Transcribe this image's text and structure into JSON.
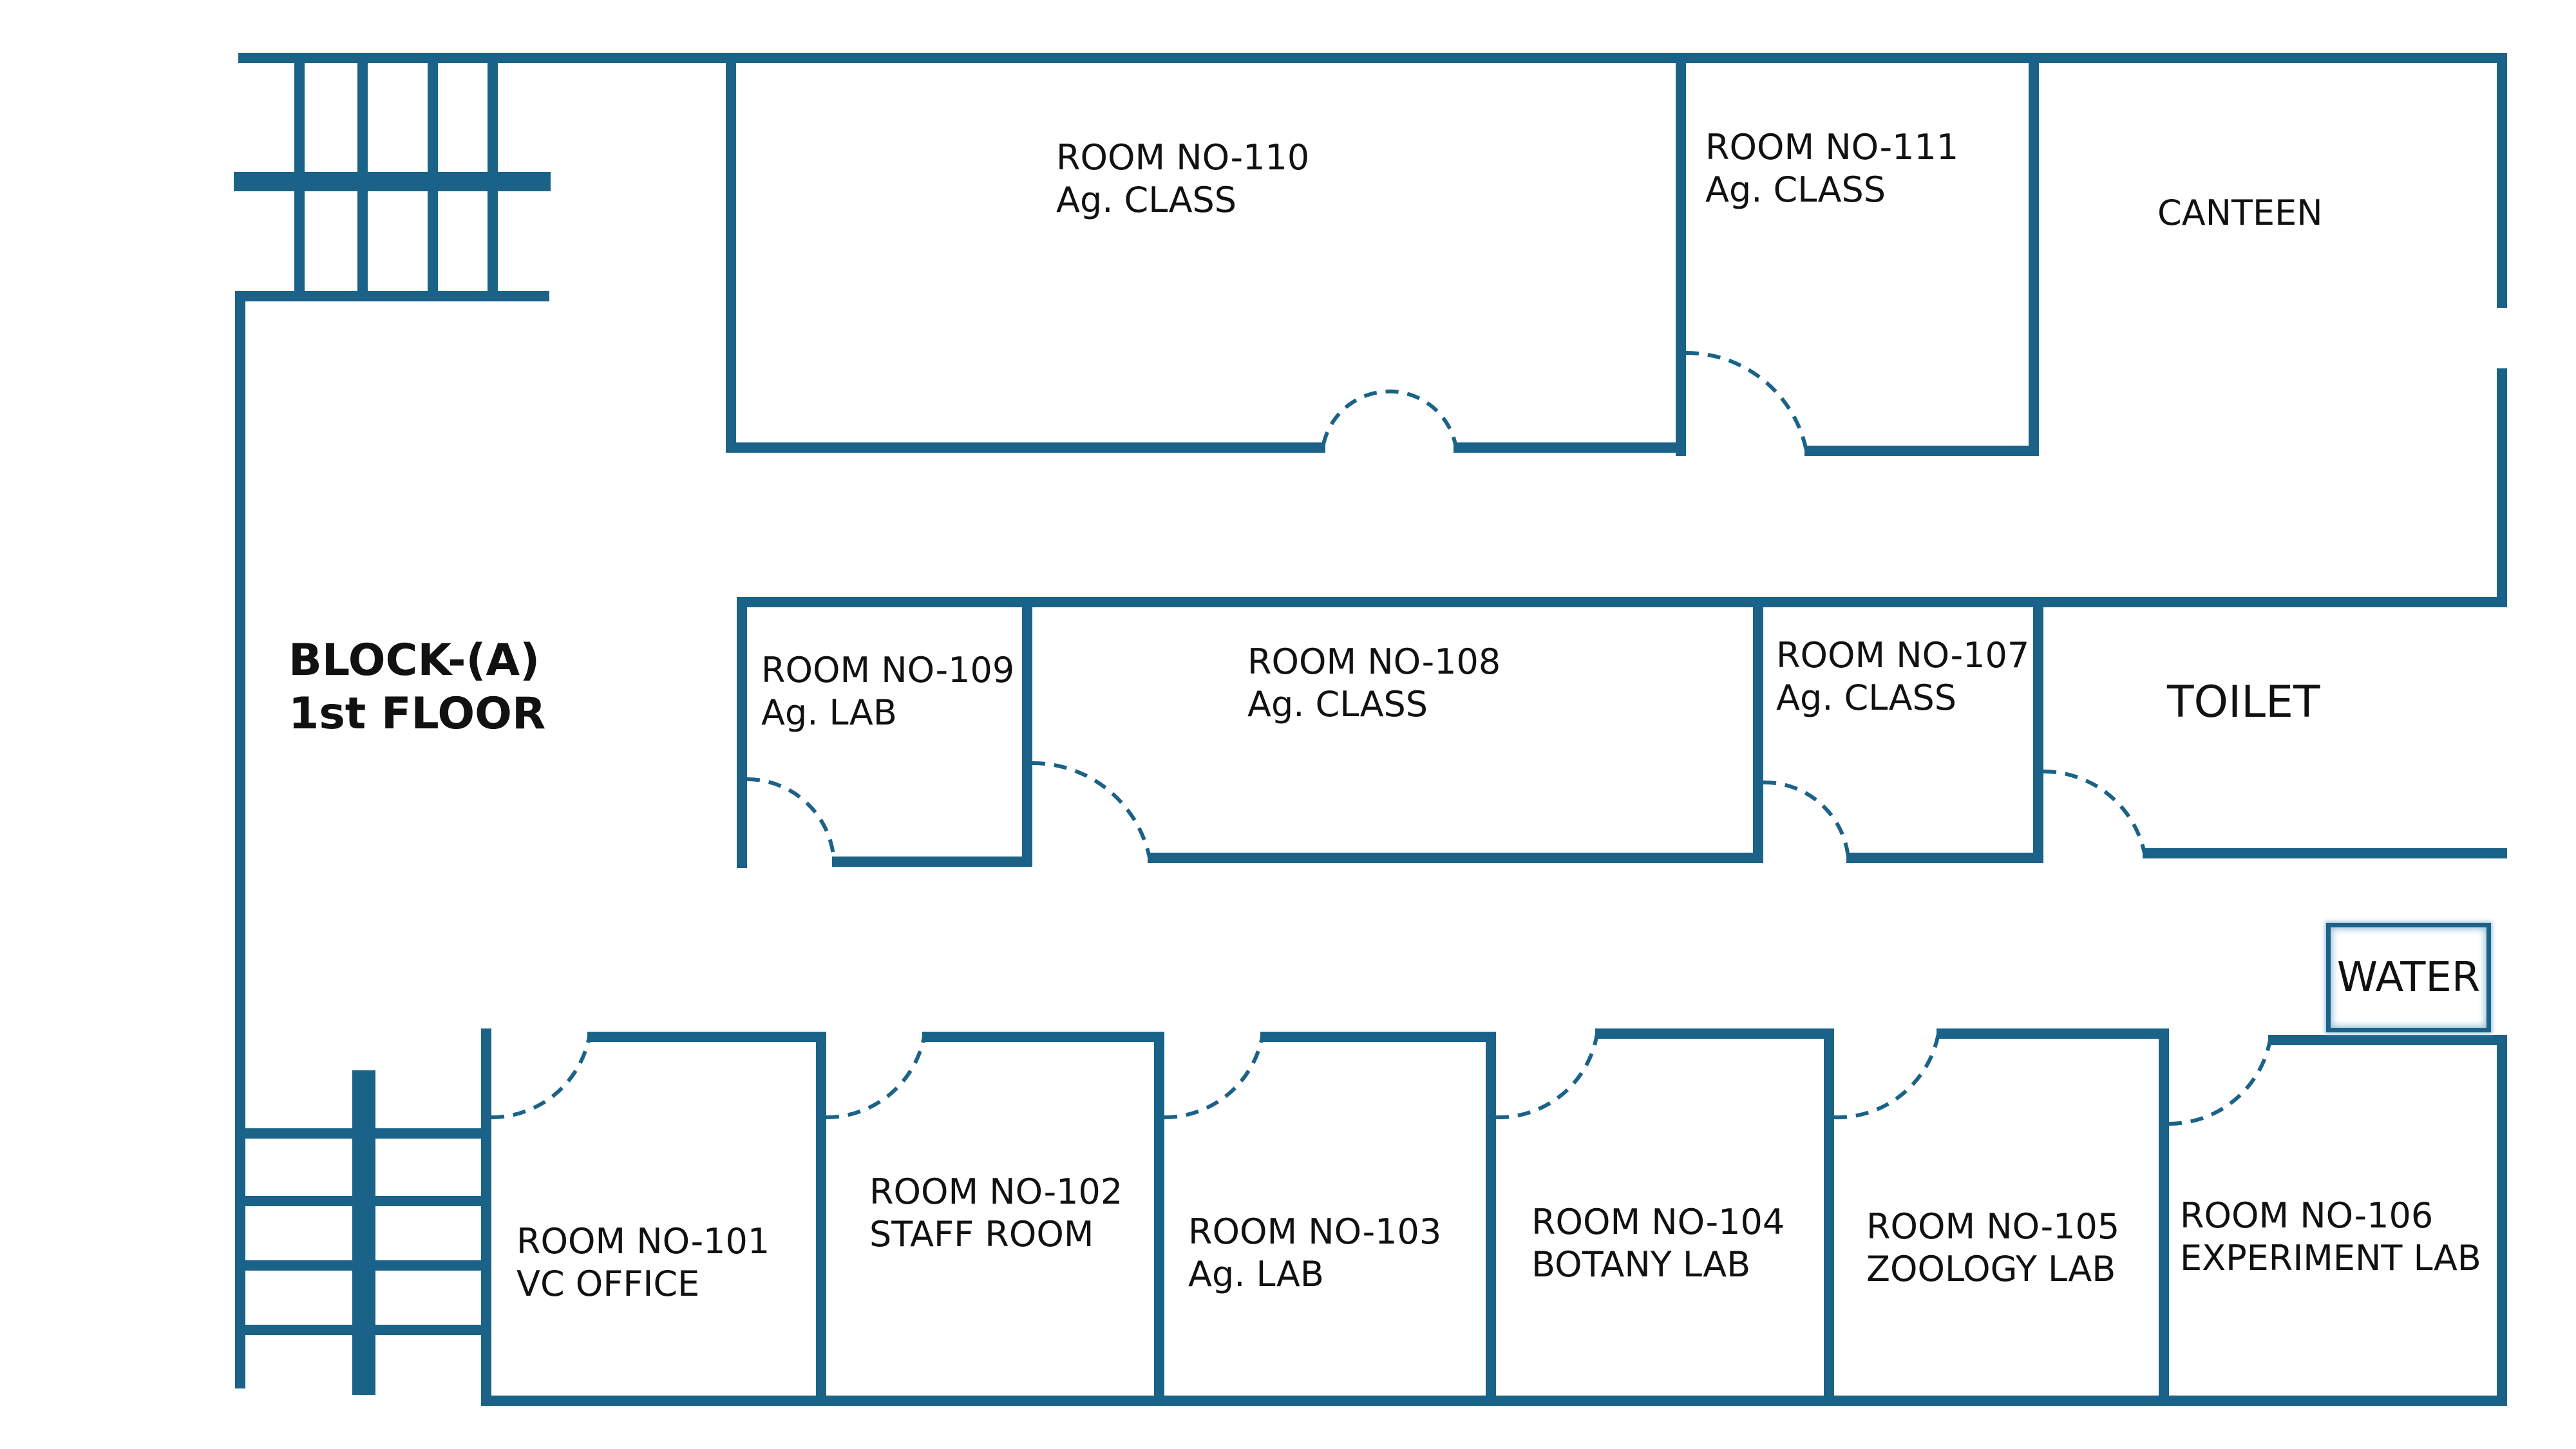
{
  "colors": {
    "wall": "#1b6289",
    "text": "#111111",
    "background": "#ffffff"
  },
  "block": {
    "title": "BLOCK-(A)",
    "floor": "1st FLOOR"
  },
  "rooms": [
    {
      "id": "room-110",
      "number": "ROOM NO-110",
      "name": "Ag. CLASS"
    },
    {
      "id": "room-111",
      "number": "ROOM NO-111",
      "name": "Ag. CLASS"
    },
    {
      "id": "canteen",
      "number": "",
      "name": "CANTEEN"
    },
    {
      "id": "room-109",
      "number": "ROOM NO-109",
      "name": "Ag. LAB"
    },
    {
      "id": "room-108",
      "number": "ROOM NO-108",
      "name": "Ag. CLASS"
    },
    {
      "id": "room-107",
      "number": "ROOM NO-107",
      "name": "Ag. CLASS"
    },
    {
      "id": "toilet",
      "number": "",
      "name": "TOILET"
    },
    {
      "id": "water",
      "number": "",
      "name": "WATER"
    },
    {
      "id": "room-101",
      "number": "ROOM NO-101",
      "name": "VC OFFICE"
    },
    {
      "id": "room-102",
      "number": "ROOM NO-102",
      "name": "STAFF ROOM"
    },
    {
      "id": "room-103",
      "number": "ROOM NO-103",
      "name": "Ag. LAB"
    },
    {
      "id": "room-104",
      "number": "ROOM NO-104",
      "name": "BOTANY LAB"
    },
    {
      "id": "room-105",
      "number": "ROOM NO-105",
      "name": "ZOOLOGY LAB"
    },
    {
      "id": "room-106",
      "number": "ROOM NO-106",
      "name": "EXPERIMENT LAB"
    }
  ]
}
